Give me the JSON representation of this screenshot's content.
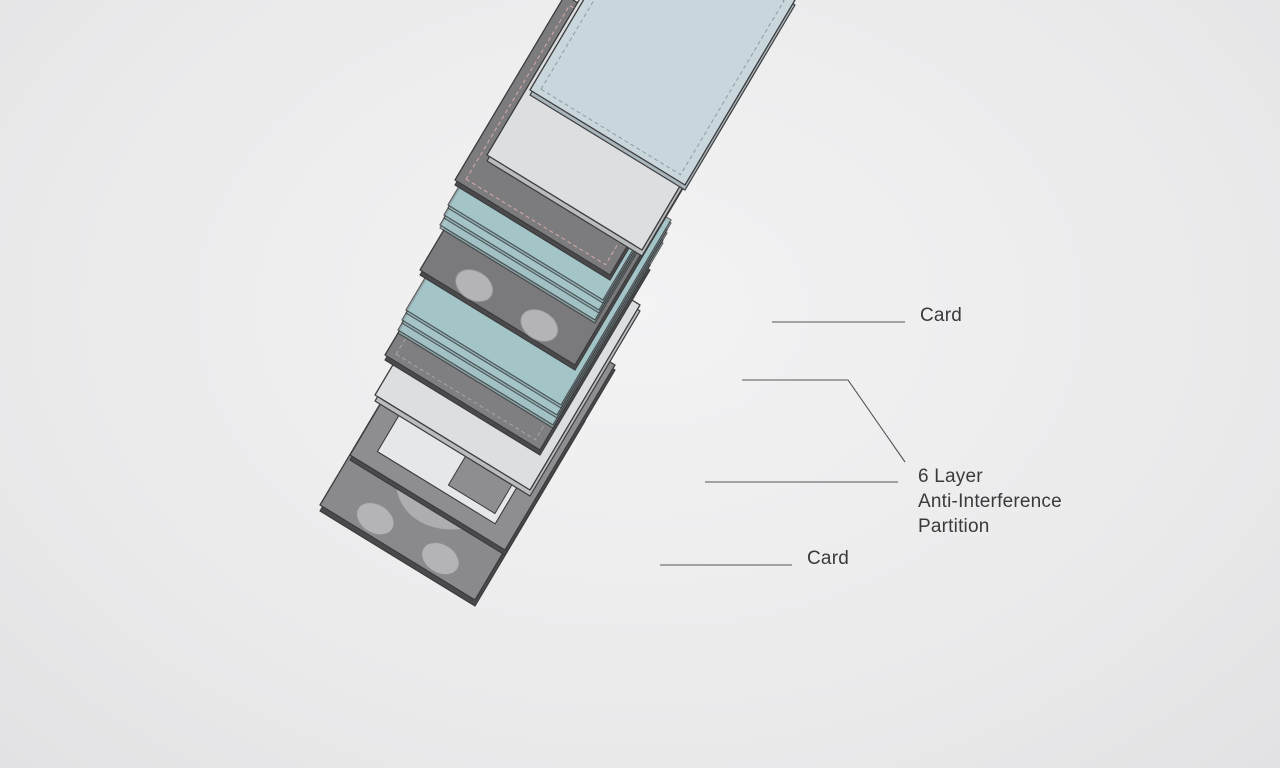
{
  "labels": {
    "card_top": "Card",
    "partition_line1": "6 Layer",
    "partition_line2": "Anti-Interference",
    "partition_line3": "Partition",
    "card_bottom": "Card"
  },
  "colors": {
    "background": "#ebebec",
    "outline": "#3c3c3e",
    "dark_plate": "#8a8a8c",
    "light_card": "#dcdedf",
    "partition_glass": "#a9c9cc",
    "sleeve": "#c9d6dc",
    "circle": "#b4b4b6",
    "leader_line": "#555557"
  }
}
